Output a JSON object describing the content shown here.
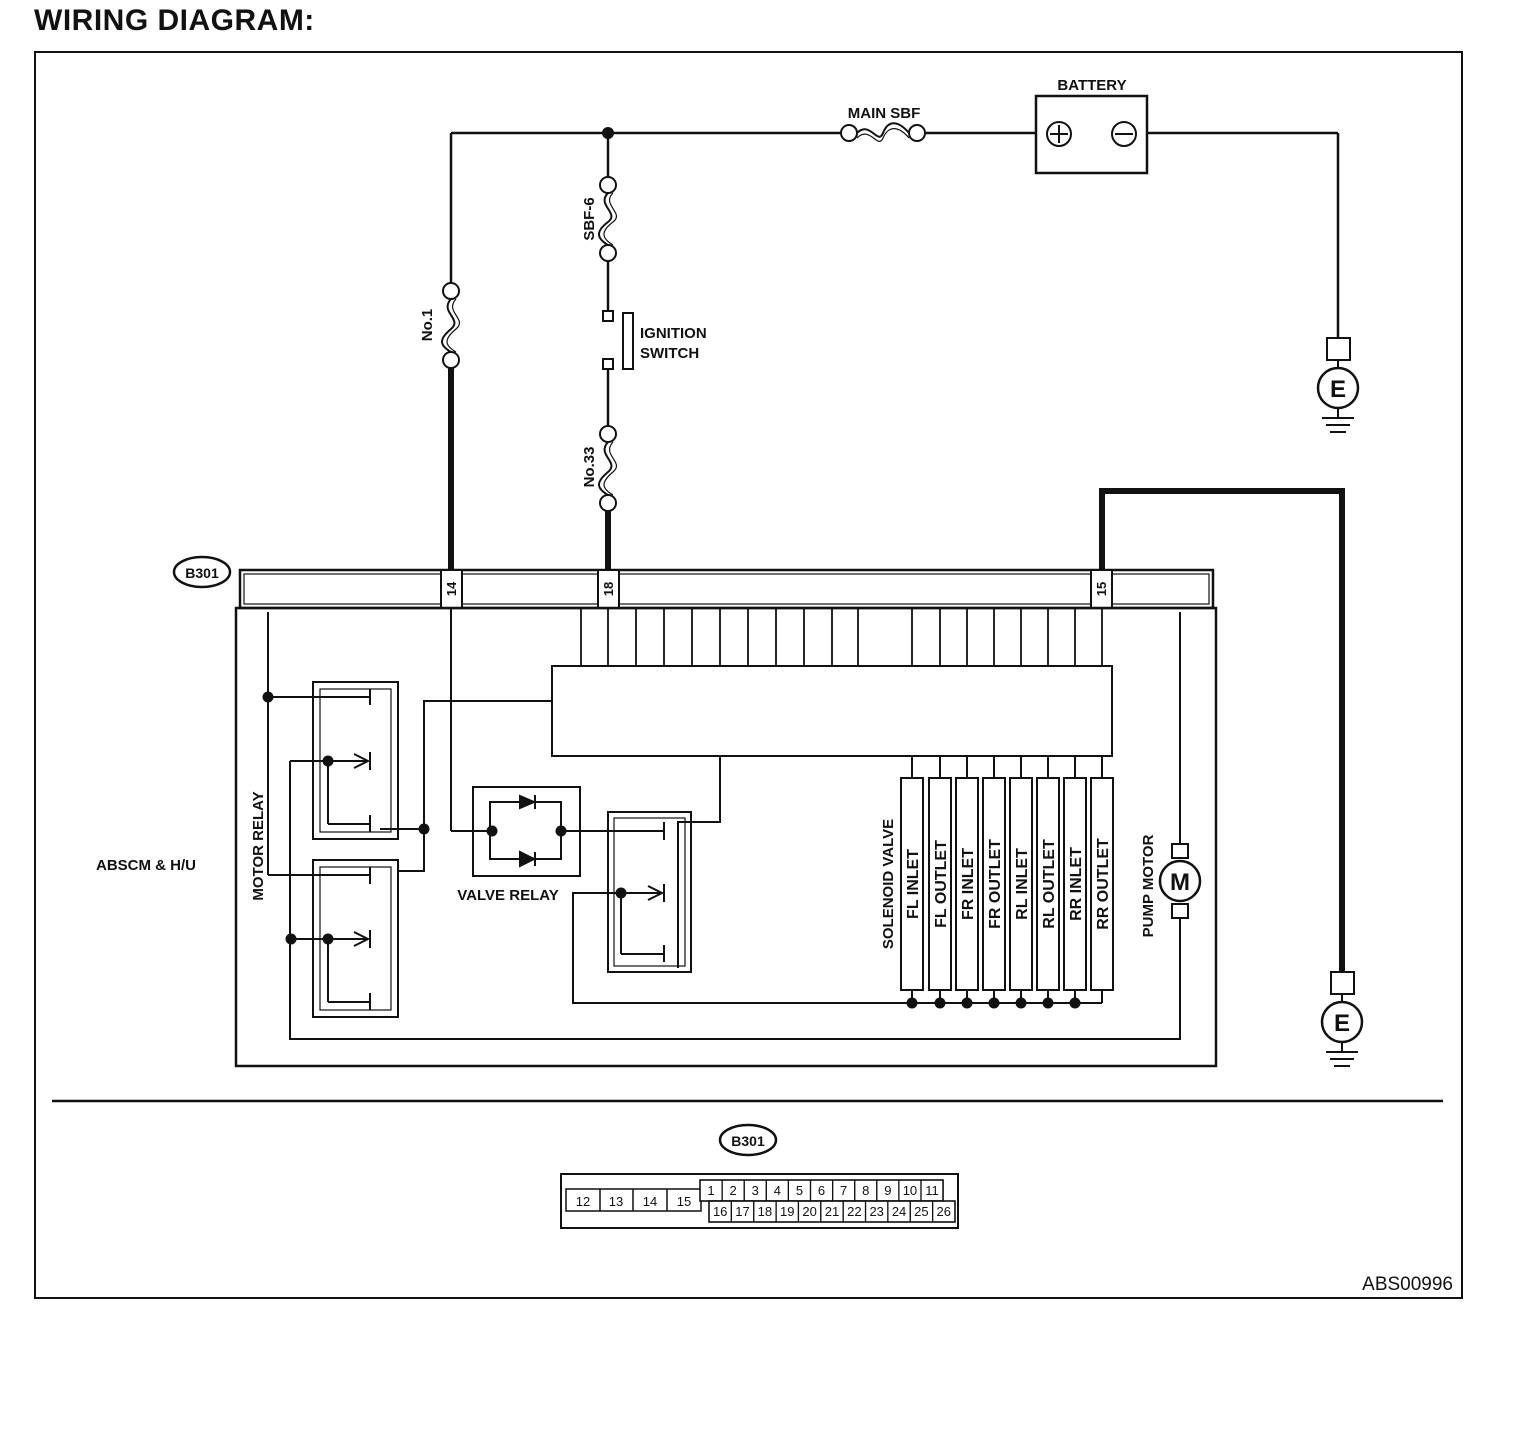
{
  "heading": "WIRING DIAGRAM:",
  "figure_code": "ABS00996",
  "power": {
    "battery": "BATTERY",
    "main_fuse": "MAIN SBF",
    "fuse_sbf6": "SBF-6",
    "fuse_no1": "No.1",
    "fuse_no33": "No.33",
    "ignition_switch_line1": "IGNITION",
    "ignition_switch_line2": "SWITCH",
    "ground_symbol": "E"
  },
  "connector": {
    "id": "B301",
    "pins_used": [
      "14",
      "18",
      "15"
    ]
  },
  "module": {
    "name": "ABSCM & H/U",
    "motor_relay": "MOTOR RELAY",
    "valve_relay": "VALVE RELAY",
    "solenoid_valve": "SOLENOID VALVE",
    "solenoids": [
      "FL INLET",
      "FL OUTLET",
      "FR INLET",
      "FR OUTLET",
      "RL INLET",
      "RL OUTLET",
      "RR INLET",
      "RR OUTLET"
    ],
    "pump_motor": "PUMP MOTOR",
    "motor_symbol": "M"
  },
  "connector_face": {
    "id": "B301",
    "big_cells": [
      "12",
      "13",
      "14",
      "15"
    ],
    "top_row": [
      "1",
      "2",
      "3",
      "4",
      "5",
      "6",
      "7",
      "8",
      "9",
      "10",
      "11"
    ],
    "bottom_row": [
      "16",
      "17",
      "18",
      "19",
      "20",
      "21",
      "22",
      "23",
      "24",
      "25",
      "26"
    ]
  }
}
